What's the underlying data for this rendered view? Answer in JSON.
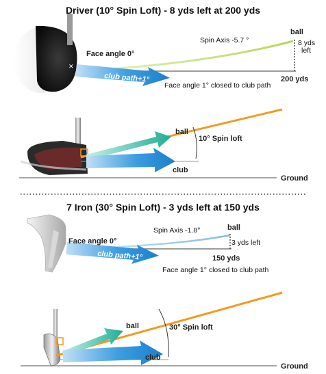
{
  "driver": {
    "title": "Driver (10° Spin Loft) - 8 yds left at 200 yds",
    "ball_label": "ball",
    "spin_axis": "Spin Axis -5.7 °",
    "yds_left_1": "8 yds",
    "yds_left_2": "left",
    "face_angle": "Face angle 0°",
    "club_path": "club path+1°",
    "distance": "200 yds",
    "face_note": "Face angle 1° closed to club path",
    "side_ball": "ball",
    "side_club": "club",
    "spin_loft": "10° Spin loft",
    "ground": "Ground"
  },
  "iron": {
    "title": "7 Iron (30° Spin Loft) - 3 yds left at 150 yds",
    "spin_axis": "Spin Axis -1.8°",
    "ball_label": "ball",
    "yds_left": "3 yds left",
    "face_angle": "Face angle 0°",
    "club_path": "club path+1°",
    "distance": "150 yds",
    "face_note": "Face angle 1° closed to club path",
    "side_ball": "ball",
    "side_club": "club",
    "spin_loft": "30° Spin loft",
    "ground": "Ground"
  },
  "colors": {
    "club_path_blue": "#2a8fd6",
    "ball_green": "#2fb9a0",
    "face_orange": "#f29a1e",
    "trajectory_green": "#c4e07a",
    "trajectory_blue": "#8ec6ee"
  }
}
